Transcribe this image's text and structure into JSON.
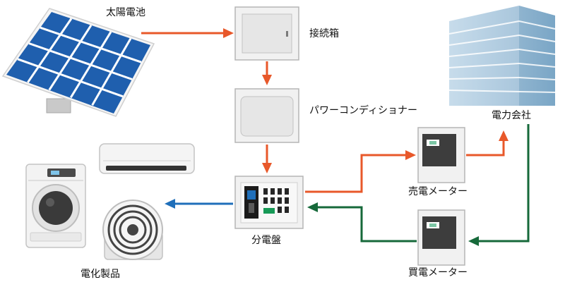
{
  "labels": {
    "solar_panel": "太陽電池",
    "junction_box": "接続箱",
    "power_conditioner": "パワーコンディショナー",
    "power_company": "電力会社",
    "selling_meter": "売電メーター",
    "distribution_panel": "分電盤",
    "buying_meter": "買電メーター",
    "appliances": "電化製品"
  },
  "colors": {
    "sell_flow": "#e8582a",
    "appliance_flow": "#1f6fba",
    "buy_flow": "#16693a",
    "panel_blue": "#1f5fae",
    "building_blue": "#a9c6dc",
    "device_gray": "#f0f0f0"
  },
  "icons": [
    "solar-panel-icon",
    "junction-box-icon",
    "power-conditioner-icon",
    "building-icon",
    "selling-meter-icon",
    "buying-meter-icon",
    "distribution-panel-icon",
    "air-conditioner-icon",
    "washing-machine-icon",
    "circulator-fan-icon"
  ]
}
